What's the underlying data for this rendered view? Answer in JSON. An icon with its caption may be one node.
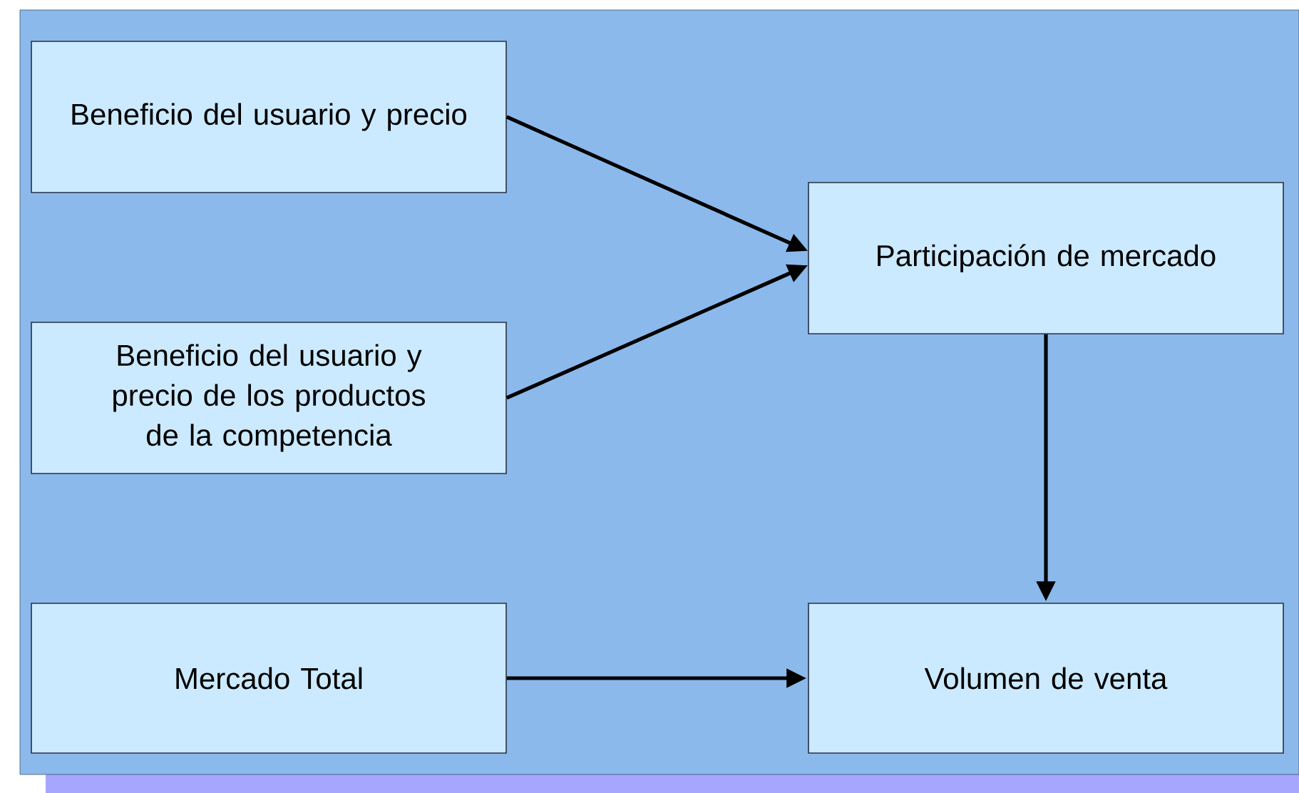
{
  "diagram": {
    "nodes": [
      {
        "text": [
          "Beneficio del usuario y precio"
        ]
      },
      {
        "text": [
          "Beneficio del usuario y precio de los productos de la competencia"
        ]
      },
      {
        "text": [
          "Participación de mercado"
        ]
      },
      {
        "text": [
          "Mercado Total"
        ]
      },
      {
        "text": [
          "Volumen de venta"
        ]
      }
    ],
    "edges": [
      {
        "from": 0,
        "to": 2,
        "arrow": "to"
      },
      {
        "from": 1,
        "to": 2,
        "arrow": "to"
      },
      {
        "from": 2,
        "to": 4,
        "arrow": "to"
      },
      {
        "from": 3,
        "to": 4,
        "arrow": "to"
      }
    ]
  }
}
